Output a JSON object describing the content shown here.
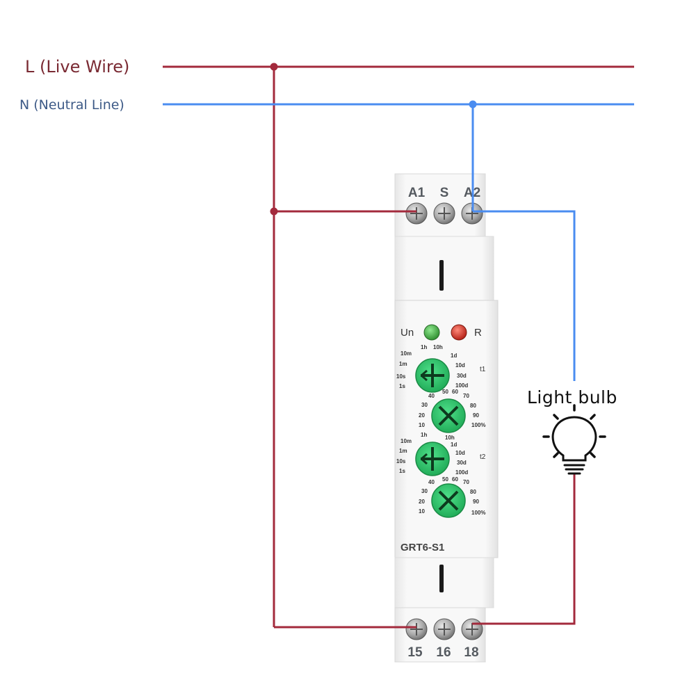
{
  "labels": {
    "live": "L (Live Wire)",
    "neutral": "N (Neutral Line)",
    "bulb": "Light bulb"
  },
  "device": {
    "model": "GRT6-S1",
    "top_terminals": [
      "A1",
      "S",
      "A2"
    ],
    "bottom_terminals": [
      "15",
      "16",
      "18"
    ],
    "led_un": "Un",
    "led_r": "R",
    "t1": "t1",
    "t2": "t2",
    "time_scale_left": [
      "10m",
      "1m",
      "10s",
      "1s"
    ],
    "time_scale_top": [
      "1h",
      "10h"
    ],
    "time_scale_right": [
      "1d",
      "10d",
      "30d",
      "100d"
    ],
    "pct_scale_left": [
      "40",
      "30",
      "20",
      "10"
    ],
    "pct_scale_top": [
      "50",
      "60"
    ],
    "pct_scale_right": [
      "70",
      "80",
      "90",
      "100%"
    ]
  },
  "colors": {
    "live": "#a32a3c",
    "neutral": "#4a8cf0",
    "knob": "#2ec86a",
    "led_green": "#3aa83a",
    "led_red": "#cc2a1e"
  }
}
